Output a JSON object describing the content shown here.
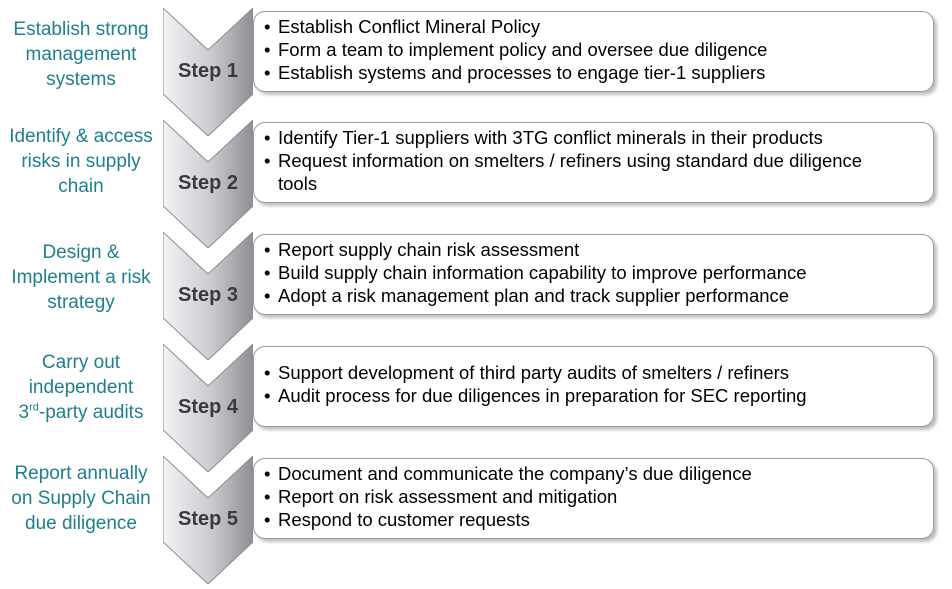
{
  "colors": {
    "label_text": "#1f7f8c",
    "chevron_light": "#f2f2f2",
    "chevron_dark": "#8f8f96",
    "box_border": "#9a9a9a"
  },
  "steps": [
    {
      "label_lines": [
        "Establish strong",
        "management",
        "systems"
      ],
      "step_label": "Step 1",
      "bullets": [
        "Establish Conflict Mineral Policy",
        "Form a team to implement policy and oversee due diligence",
        "Establish systems and processes to engage tier-1 suppliers"
      ]
    },
    {
      "label_lines": [
        "Identify & access",
        "risks in supply",
        "chain"
      ],
      "step_label": "Step 2",
      "bullets": [
        "Identify Tier-1 suppliers with 3TG conflict minerals in their products",
        "Request information on smelters / refiners using standard due diligence tools"
      ]
    },
    {
      "label_lines": [
        "Design &",
        "Implement a risk",
        "strategy"
      ],
      "step_label": "Step 3",
      "bullets": [
        "Report supply chain risk assessment",
        "Build supply chain information capability to improve performance",
        "Adopt a risk management plan and track supplier performance"
      ]
    },
    {
      "label_lines": [
        "Carry out",
        "independent"
      ],
      "label_line3": {
        "prefix": "3",
        "sup": "rd",
        "suffix": "-party audits"
      },
      "step_label": "Step 4",
      "bullets": [
        "Support development of third party audits of smelters / refiners",
        "Audit process for due diligences in preparation for SEC reporting"
      ]
    },
    {
      "label_lines": [
        "Report annually",
        "on Supply Chain",
        "due diligence"
      ],
      "step_label": "Step 5",
      "bullets": [
        "Document and communicate the company’s due diligence",
        "Report on risk assessment and mitigation",
        "Respond to customer requests"
      ]
    }
  ],
  "bullet_char": "•"
}
